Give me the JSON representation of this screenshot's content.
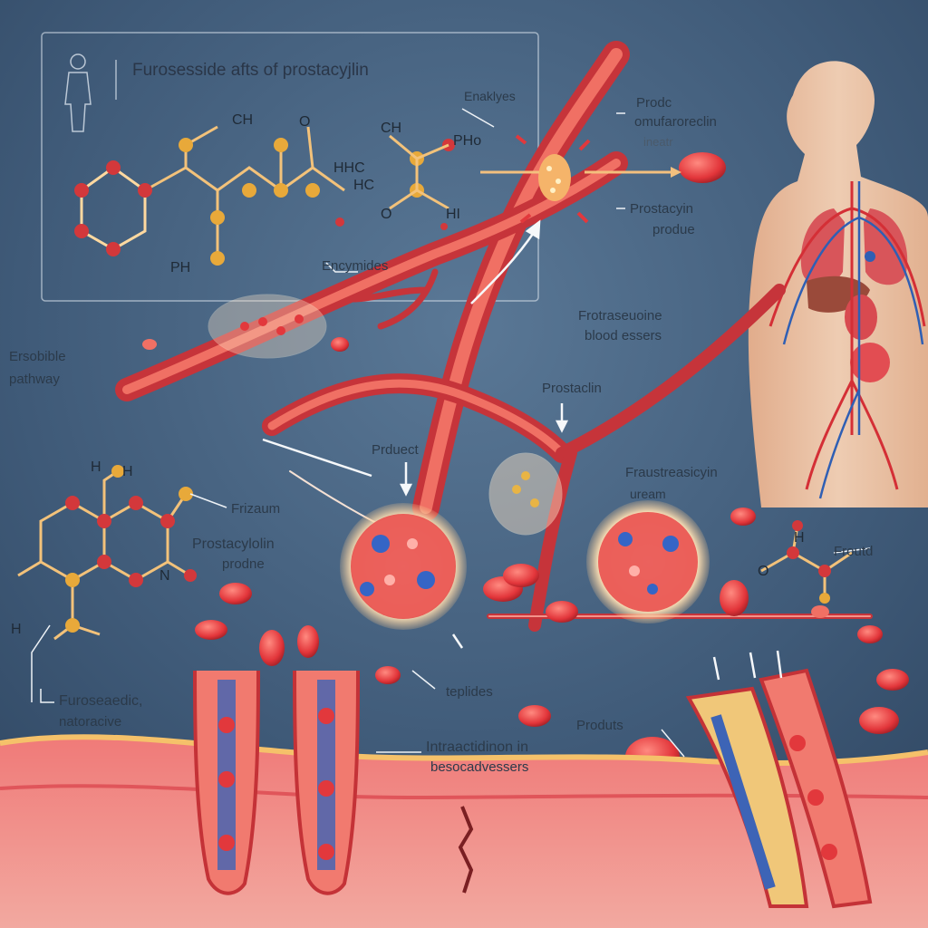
{
  "title": "Furosesside afts of prostacyjlin",
  "labels": {
    "enzymes_top": "Enaklyes",
    "produc": "Prodc",
    "omufaroreclin": "omufaroreclin",
    "ineatr": "ineatr",
    "prostacyin_produe": "Prostacyin",
    "prostacyin_produe_2": "produe",
    "encymides": "Encymides",
    "ersobible": "Ersobible",
    "pathway": "pathway",
    "frotraseuoine": "Frotraseuoine",
    "blood_essers": "blood essers",
    "prostaclin": "Prostaclin",
    "prduect": "Prduect",
    "frizaum": "Frizaum",
    "prostacylolin": "Prostacylolin",
    "prostacylolin_2": "prodne",
    "fraustreasicyin": "Fraustreasicyin",
    "uream": "uream",
    "froutd": "Froutd",
    "furoseaedic": "Furoseaedic,",
    "natoracive": "natoracive",
    "teplides": "teplides",
    "interactidion": "Intraactidinon in",
    "besocadvessers": "besocadvessers",
    "produts": "Produts"
  },
  "molecule_text": {
    "ch": "CH",
    "o_top": "O",
    "ch_mid": "CH",
    "ph_top": "PHo",
    "hhc": "HHC",
    "hc": "HC",
    "o_mid": "O",
    "hi": "HI",
    "ph_left": "PH",
    "h_upper": "H",
    "h_lower": "H",
    "h2": "H",
    "n": "N",
    "o": "O",
    "h": "H"
  },
  "colors": {
    "background": "#3f5a78",
    "vessel": "#e0474a",
    "vessel_light": "#f07a6e",
    "cell": "#e23b3b",
    "skin": "#f3c4a4",
    "atom": "#e8a93a",
    "atom_red": "#d3383b"
  }
}
